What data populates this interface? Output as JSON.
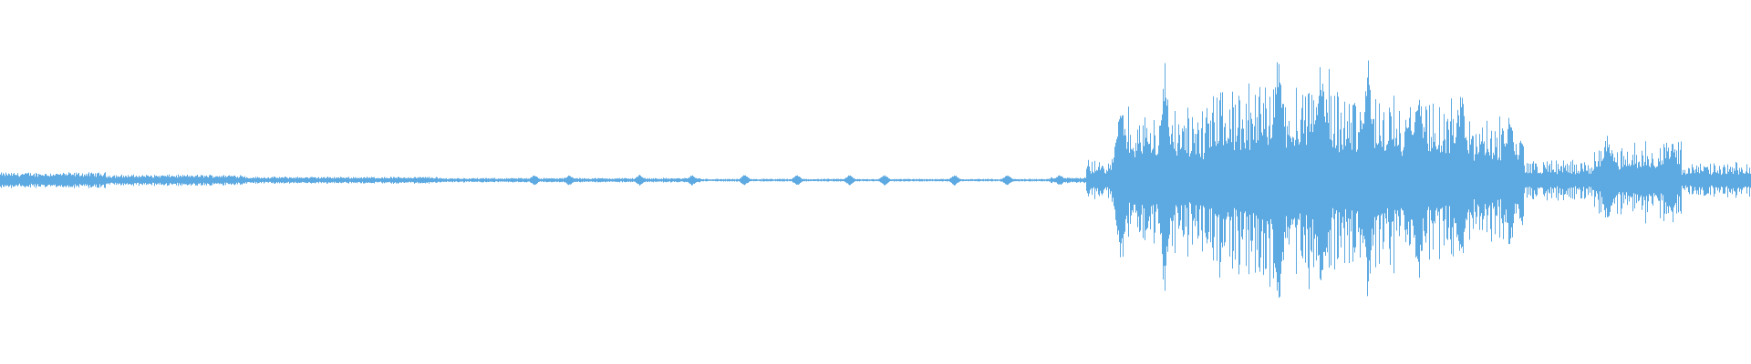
{
  "waveform": {
    "color": "#5DA9E1",
    "background": "#ffffff",
    "segments": [
      {
        "from": 0.0,
        "to": 0.06,
        "amp": 0.045
      },
      {
        "from": 0.06,
        "to": 0.14,
        "amp": 0.032
      },
      {
        "from": 0.14,
        "to": 0.25,
        "amp": 0.02
      },
      {
        "from": 0.25,
        "to": 0.4,
        "amp": 0.013
      },
      {
        "from": 0.4,
        "to": 0.6,
        "amp": 0.008
      },
      {
        "from": 0.6,
        "to": 0.62,
        "amp": 0.016
      },
      {
        "from": 0.62,
        "to": 0.64,
        "amp": 0.12
      },
      {
        "from": 0.64,
        "to": 0.69,
        "amp": 0.42
      },
      {
        "from": 0.69,
        "to": 0.72,
        "amp": 0.56
      },
      {
        "from": 0.72,
        "to": 0.76,
        "amp": 0.62
      },
      {
        "from": 0.76,
        "to": 0.8,
        "amp": 0.54
      },
      {
        "from": 0.8,
        "to": 0.83,
        "amp": 0.46
      },
      {
        "from": 0.83,
        "to": 0.87,
        "amp": 0.35
      },
      {
        "from": 0.87,
        "to": 0.91,
        "amp": 0.12
      },
      {
        "from": 0.91,
        "to": 0.935,
        "amp": 0.2
      },
      {
        "from": 0.935,
        "to": 0.96,
        "amp": 0.24
      },
      {
        "from": 0.96,
        "to": 1.0,
        "amp": 0.1
      }
    ],
    "peaks": [
      {
        "t": 0.73,
        "amp": 0.86
      },
      {
        "t": 0.754,
        "amp": 0.76
      },
      {
        "t": 0.665,
        "amp": 0.7
      },
      {
        "t": 0.781,
        "amp": 0.68
      },
      {
        "t": 0.81,
        "amp": 0.6
      },
      {
        "t": 0.834,
        "amp": 0.56
      },
      {
        "t": 0.862,
        "amp": 0.42
      },
      {
        "t": 0.64,
        "amp": 0.52
      },
      {
        "t": 0.918,
        "amp": 0.28
      },
      {
        "t": 0.955,
        "amp": 0.24
      }
    ],
    "bursts": [
      0.305,
      0.325,
      0.365,
      0.395,
      0.425,
      0.455,
      0.485,
      0.505,
      0.545,
      0.575,
      0.605
    ]
  }
}
